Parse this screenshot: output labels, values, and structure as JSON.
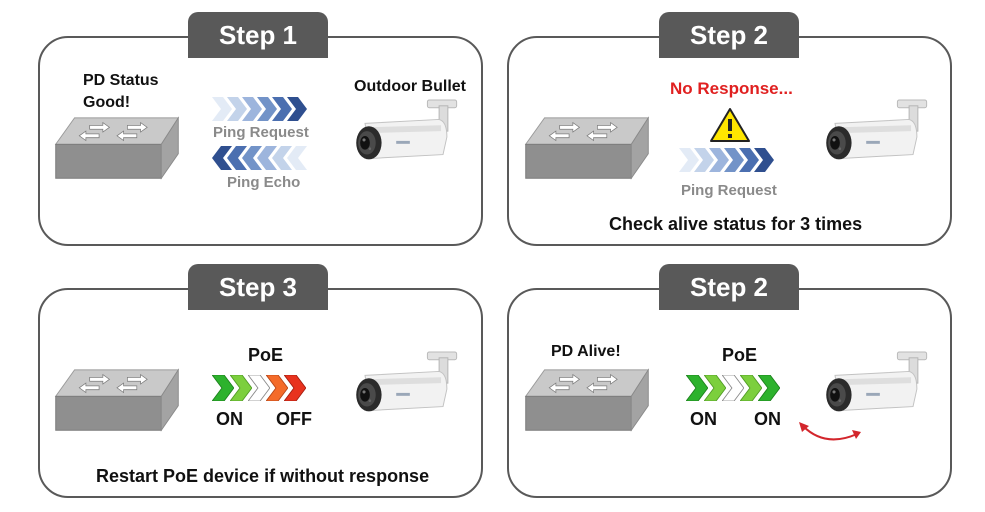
{
  "step1": {
    "tab": "Step 1",
    "pd_status": "PD Status",
    "pd_status_value": "Good!",
    "device_label": "Outdoor Bullet",
    "ping_request": "Ping Request",
    "ping_echo": "Ping Echo"
  },
  "step2a": {
    "tab": "Step 2",
    "no_response": "No Response...",
    "ping_request": "Ping Request",
    "caption": "Check alive status for 3 times"
  },
  "step3": {
    "tab": "Step 3",
    "poe_label": "PoE",
    "on": "ON",
    "off": "OFF",
    "caption": "Restart PoE device if without response"
  },
  "step2b": {
    "tab": "Step 2",
    "pd_alive": "PD Alive!",
    "poe_label": "PoE",
    "on1": "ON",
    "on2": "ON"
  },
  "colors": {
    "border": "#595959",
    "warning_text": "#e02020",
    "poe_green": "#2db22d",
    "poe_red": "#e8321e",
    "ping_blue": "#2f4f8f"
  }
}
